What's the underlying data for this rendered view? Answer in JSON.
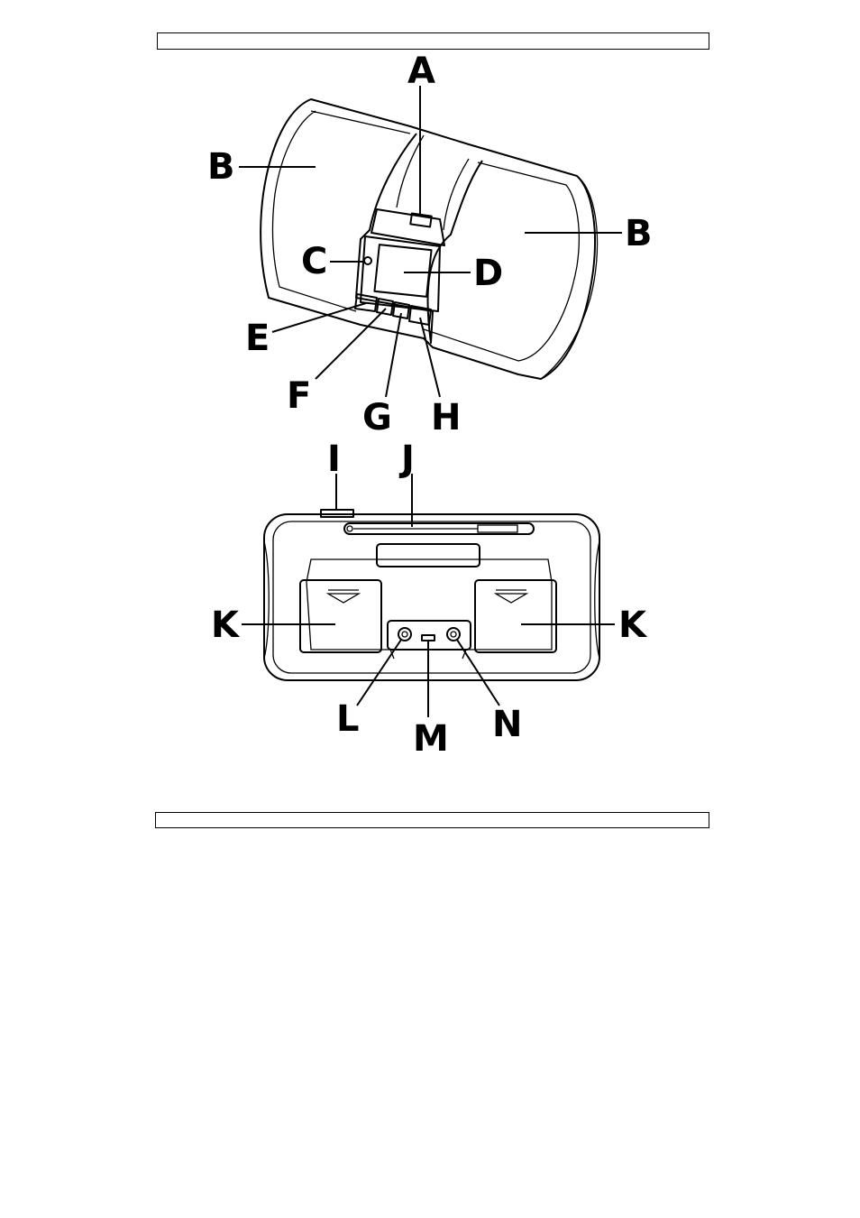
{
  "diagram": {
    "front_view": {
      "labels": {
        "a": "A",
        "b_left": "B",
        "b_right": "B",
        "c": "C",
        "d": "D",
        "e": "E",
        "f": "F",
        "g": "G",
        "h": "H"
      }
    },
    "rear_view": {
      "labels": {
        "i": "I",
        "j": "J",
        "k_left": "K",
        "k_right": "K",
        "l": "L",
        "m": "M",
        "n": "N"
      }
    }
  }
}
